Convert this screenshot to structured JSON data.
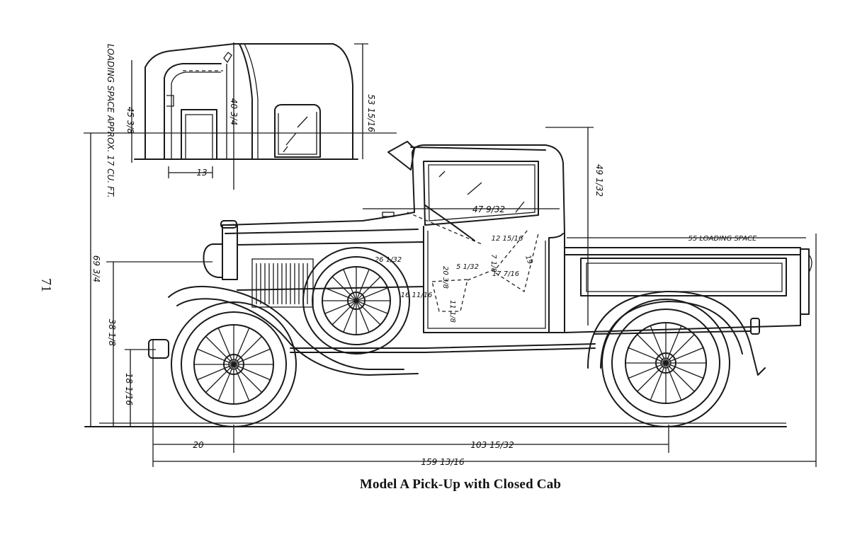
{
  "page_number": "71",
  "caption": "Model A Pick-Up with Closed Cab",
  "inset": {
    "loading_space_label": "LOADING SPACE APPROX. 17 CU. FT.",
    "door_height": "45 3/8",
    "inner_height": "40 3/4",
    "door_width": "13",
    "overall_height": "53 15/16"
  },
  "dimensions": {
    "overall_height": "69 3/4",
    "cab_height": "49 1/32",
    "cab_length": "47 9/32",
    "loading_space": "55 LOADING SPACE",
    "frame_height": "38 1/8",
    "bumper_height": "18 1/16",
    "front_overhang": "20",
    "wheelbase": "103 15/32",
    "overall_length": "159 13/16",
    "seat_back": "26 1/32",
    "steering": "12 15/16",
    "seat_depth": "20 3/8",
    "dim_5": "5 1/32",
    "dim_7": "7 1/8",
    "dim_17": "17 7/16",
    "dim_19": "19",
    "dim_16": "16 11/16",
    "dim_11": "11 1/8"
  }
}
